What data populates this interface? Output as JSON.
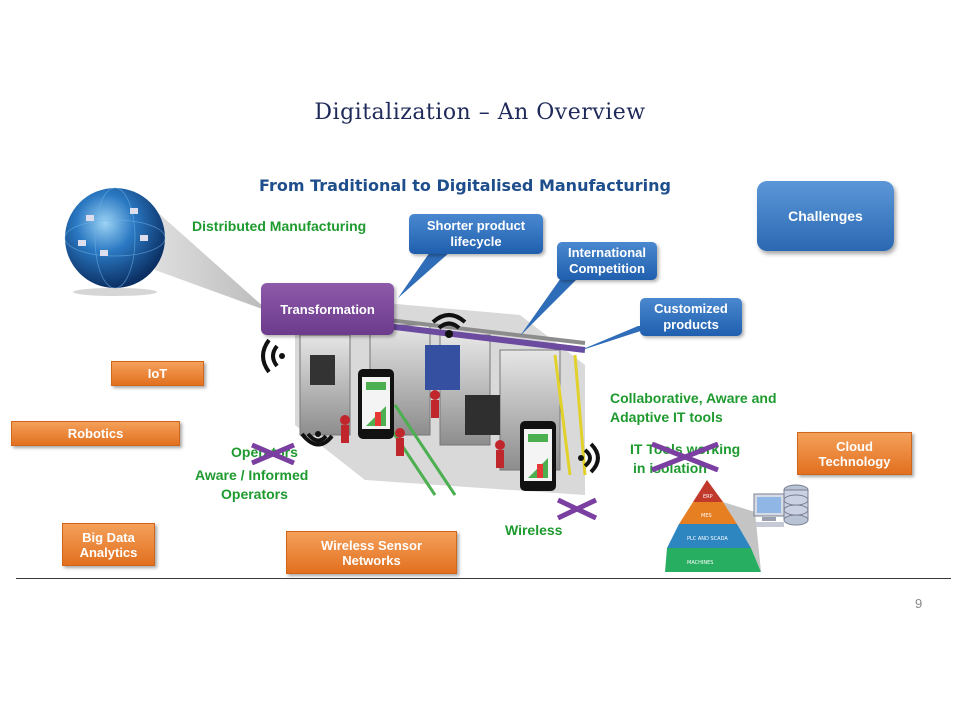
{
  "slide": {
    "title": "Digitalization – An Overview",
    "subtitle": "From Traditional to Digitalised  Manufacturing",
    "page_number": "9"
  },
  "green_labels": {
    "distributed": "Distributed Manufacturing",
    "collaborative_1": "Collaborative, Aware and",
    "collaborative_2": "Adaptive IT tools",
    "operators": "Operators",
    "aware_1": "Aware / Informed",
    "aware_2": "Operators",
    "it_tools_1": "IT Tools working",
    "it_tools_2": "in isolation",
    "wireless": "Wireless"
  },
  "callouts": {
    "shorter_1": "Shorter product",
    "shorter_2": "lifecycle",
    "international_1": "International",
    "international_2": "Competition",
    "customized_1": "Customized",
    "customized_2": "products"
  },
  "challenges_label": "Challenges",
  "transformation_label": "Transformation",
  "orange_boxes": {
    "iot": "IoT",
    "robotics": "Robotics",
    "bigdata_1": "Big Data",
    "bigdata_2": "Analytics",
    "wsn_1": "Wireless Sensor",
    "wsn_2": "Networks",
    "cloud_1": "Cloud",
    "cloud_2": "Technology"
  },
  "pyramid": {
    "levels": [
      "ERP",
      "MES",
      "PLC AND SCADA",
      "MACHINES"
    ]
  },
  "colors": {
    "green": "#1e9a2e",
    "orange": "#e2701f",
    "blue": "#1f5fae",
    "purple": "#6c3b8c",
    "cross": "#7a3fa0"
  }
}
